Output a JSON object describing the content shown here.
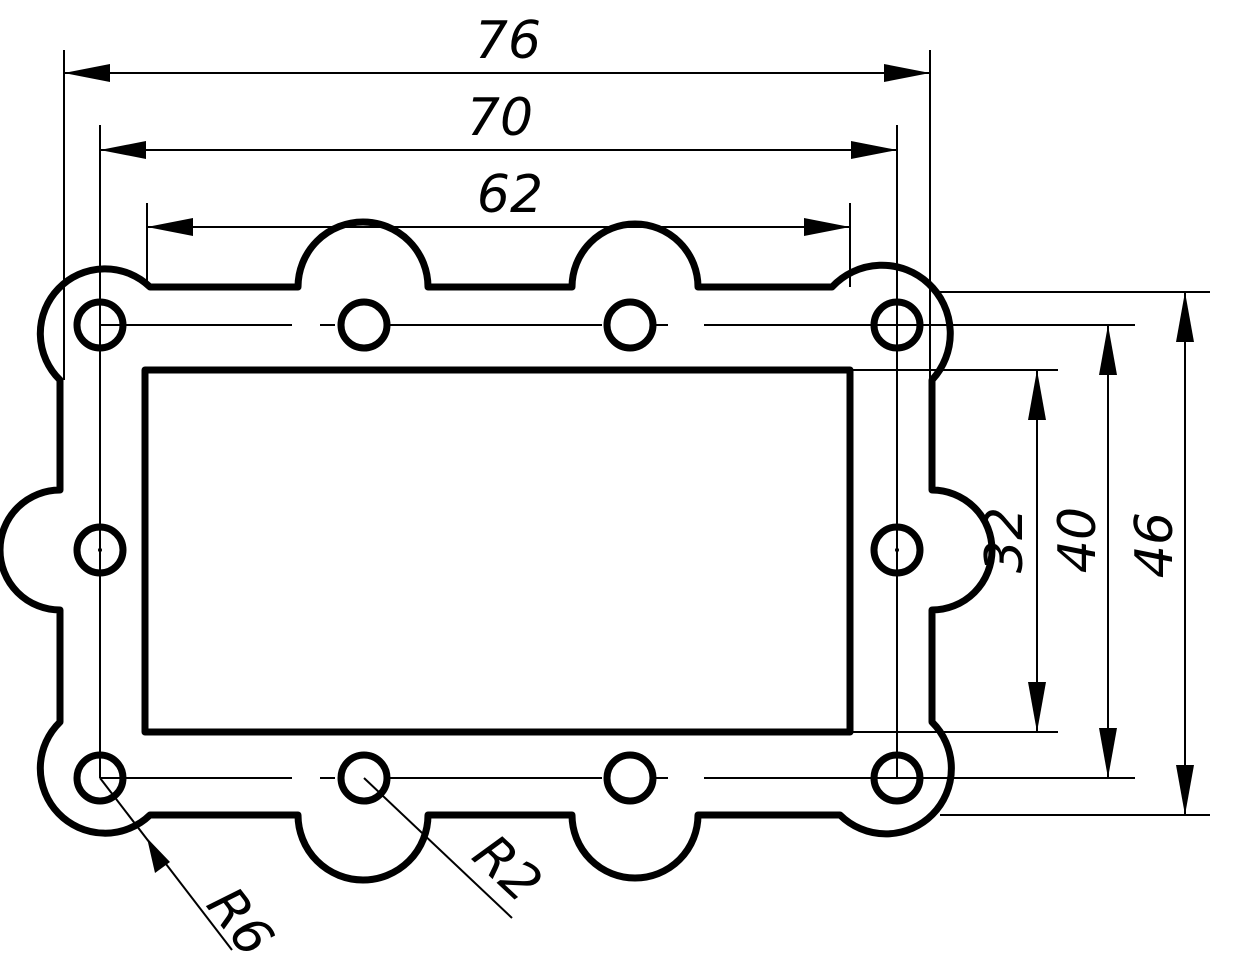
{
  "drawing": {
    "line_color": "#000000",
    "background": "#ffffff"
  },
  "dimensions": {
    "overall_width": "76",
    "hole_pitch_width": "70",
    "opening_width": "62",
    "opening_height": "32",
    "hole_pitch_height": "40",
    "overall_height": "46",
    "outer_radius": "R6",
    "hole_radius": "R2"
  }
}
